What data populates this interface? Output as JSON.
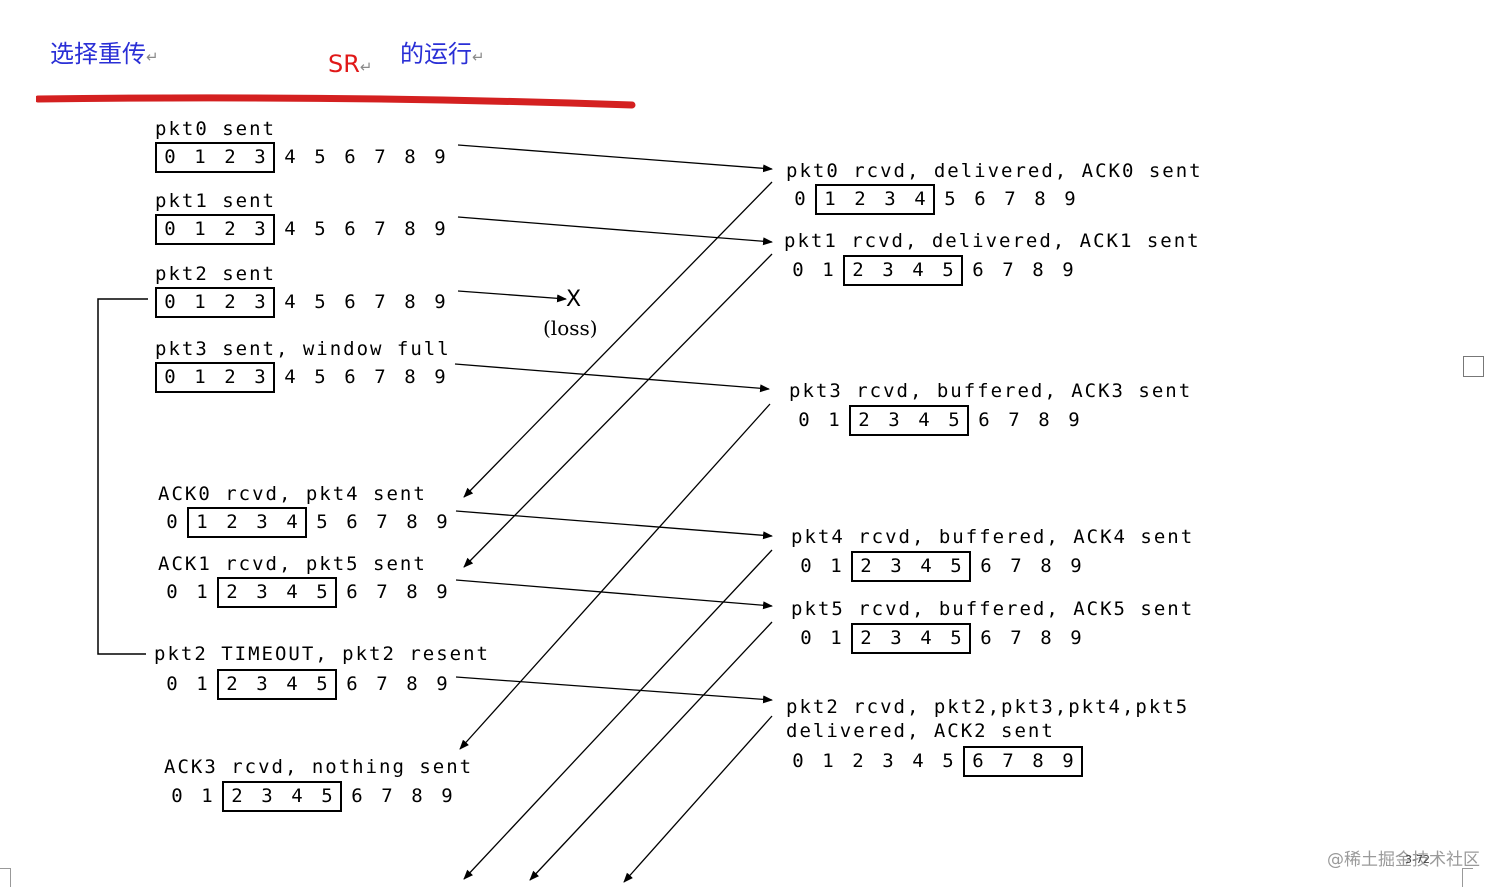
{
  "titles": {
    "left": "选择重传",
    "middle": "SR",
    "right": "的运行",
    "return_mark": "↵"
  },
  "colors": {
    "title_blue": "#2a2fd6",
    "title_red": "#e01818",
    "underline_red": "#d42020",
    "diagram": "#000000"
  },
  "sender": [
    {
      "label": "pkt0 sent",
      "seq": "0123456789",
      "win": [
        0,
        3
      ]
    },
    {
      "label": "pkt1 sent",
      "seq": "0123456789",
      "win": [
        0,
        3
      ]
    },
    {
      "label": "pkt2 sent",
      "seq": "0123456789",
      "win": [
        0,
        3
      ]
    },
    {
      "label": "pkt3 sent, window full",
      "seq": "0123456789",
      "win": [
        0,
        3
      ]
    },
    {
      "label": "ACK0 rcvd, pkt4 sent",
      "seq": "0123456789",
      "win": [
        1,
        4
      ]
    },
    {
      "label": "ACK1 rcvd, pkt5 sent",
      "seq": "0123456789",
      "win": [
        2,
        5
      ]
    },
    {
      "label": "pkt2 TIMEOUT, pkt2 resent",
      "seq": "0123456789",
      "win": [
        2,
        5
      ]
    },
    {
      "label": "ACK3 rcvd, nothing sent",
      "seq": "0123456789",
      "win": [
        2,
        5
      ]
    }
  ],
  "receiver": [
    {
      "label": "pkt0 rcvd, delivered, ACK0 sent",
      "seq": "0123456789",
      "win": [
        1,
        4
      ]
    },
    {
      "label": "pkt1 rcvd, delivered, ACK1 sent",
      "seq": "0123456789",
      "win": [
        2,
        5
      ]
    },
    {
      "label": "pkt3 rcvd, buffered, ACK3 sent",
      "seq": "0123456789",
      "win": [
        2,
        5
      ]
    },
    {
      "label": "pkt4 rcvd, buffered, ACK4 sent",
      "seq": "0123456789",
      "win": [
        2,
        5
      ]
    },
    {
      "label": "pkt5 rcvd, buffered, ACK5 sent",
      "seq": "0123456789",
      "win": [
        2,
        5
      ]
    },
    {
      "label": "pkt2 rcvd, pkt2,pkt3,pkt4,pkt5",
      "label2": "delivered, ACK2 sent",
      "seq": "0123456789",
      "win": [
        6,
        9
      ]
    }
  ],
  "loss_label": "(loss)",
  "loss_mark": "X",
  "watermark": "@稀土掘金技术社区",
  "page_number": "3-72"
}
